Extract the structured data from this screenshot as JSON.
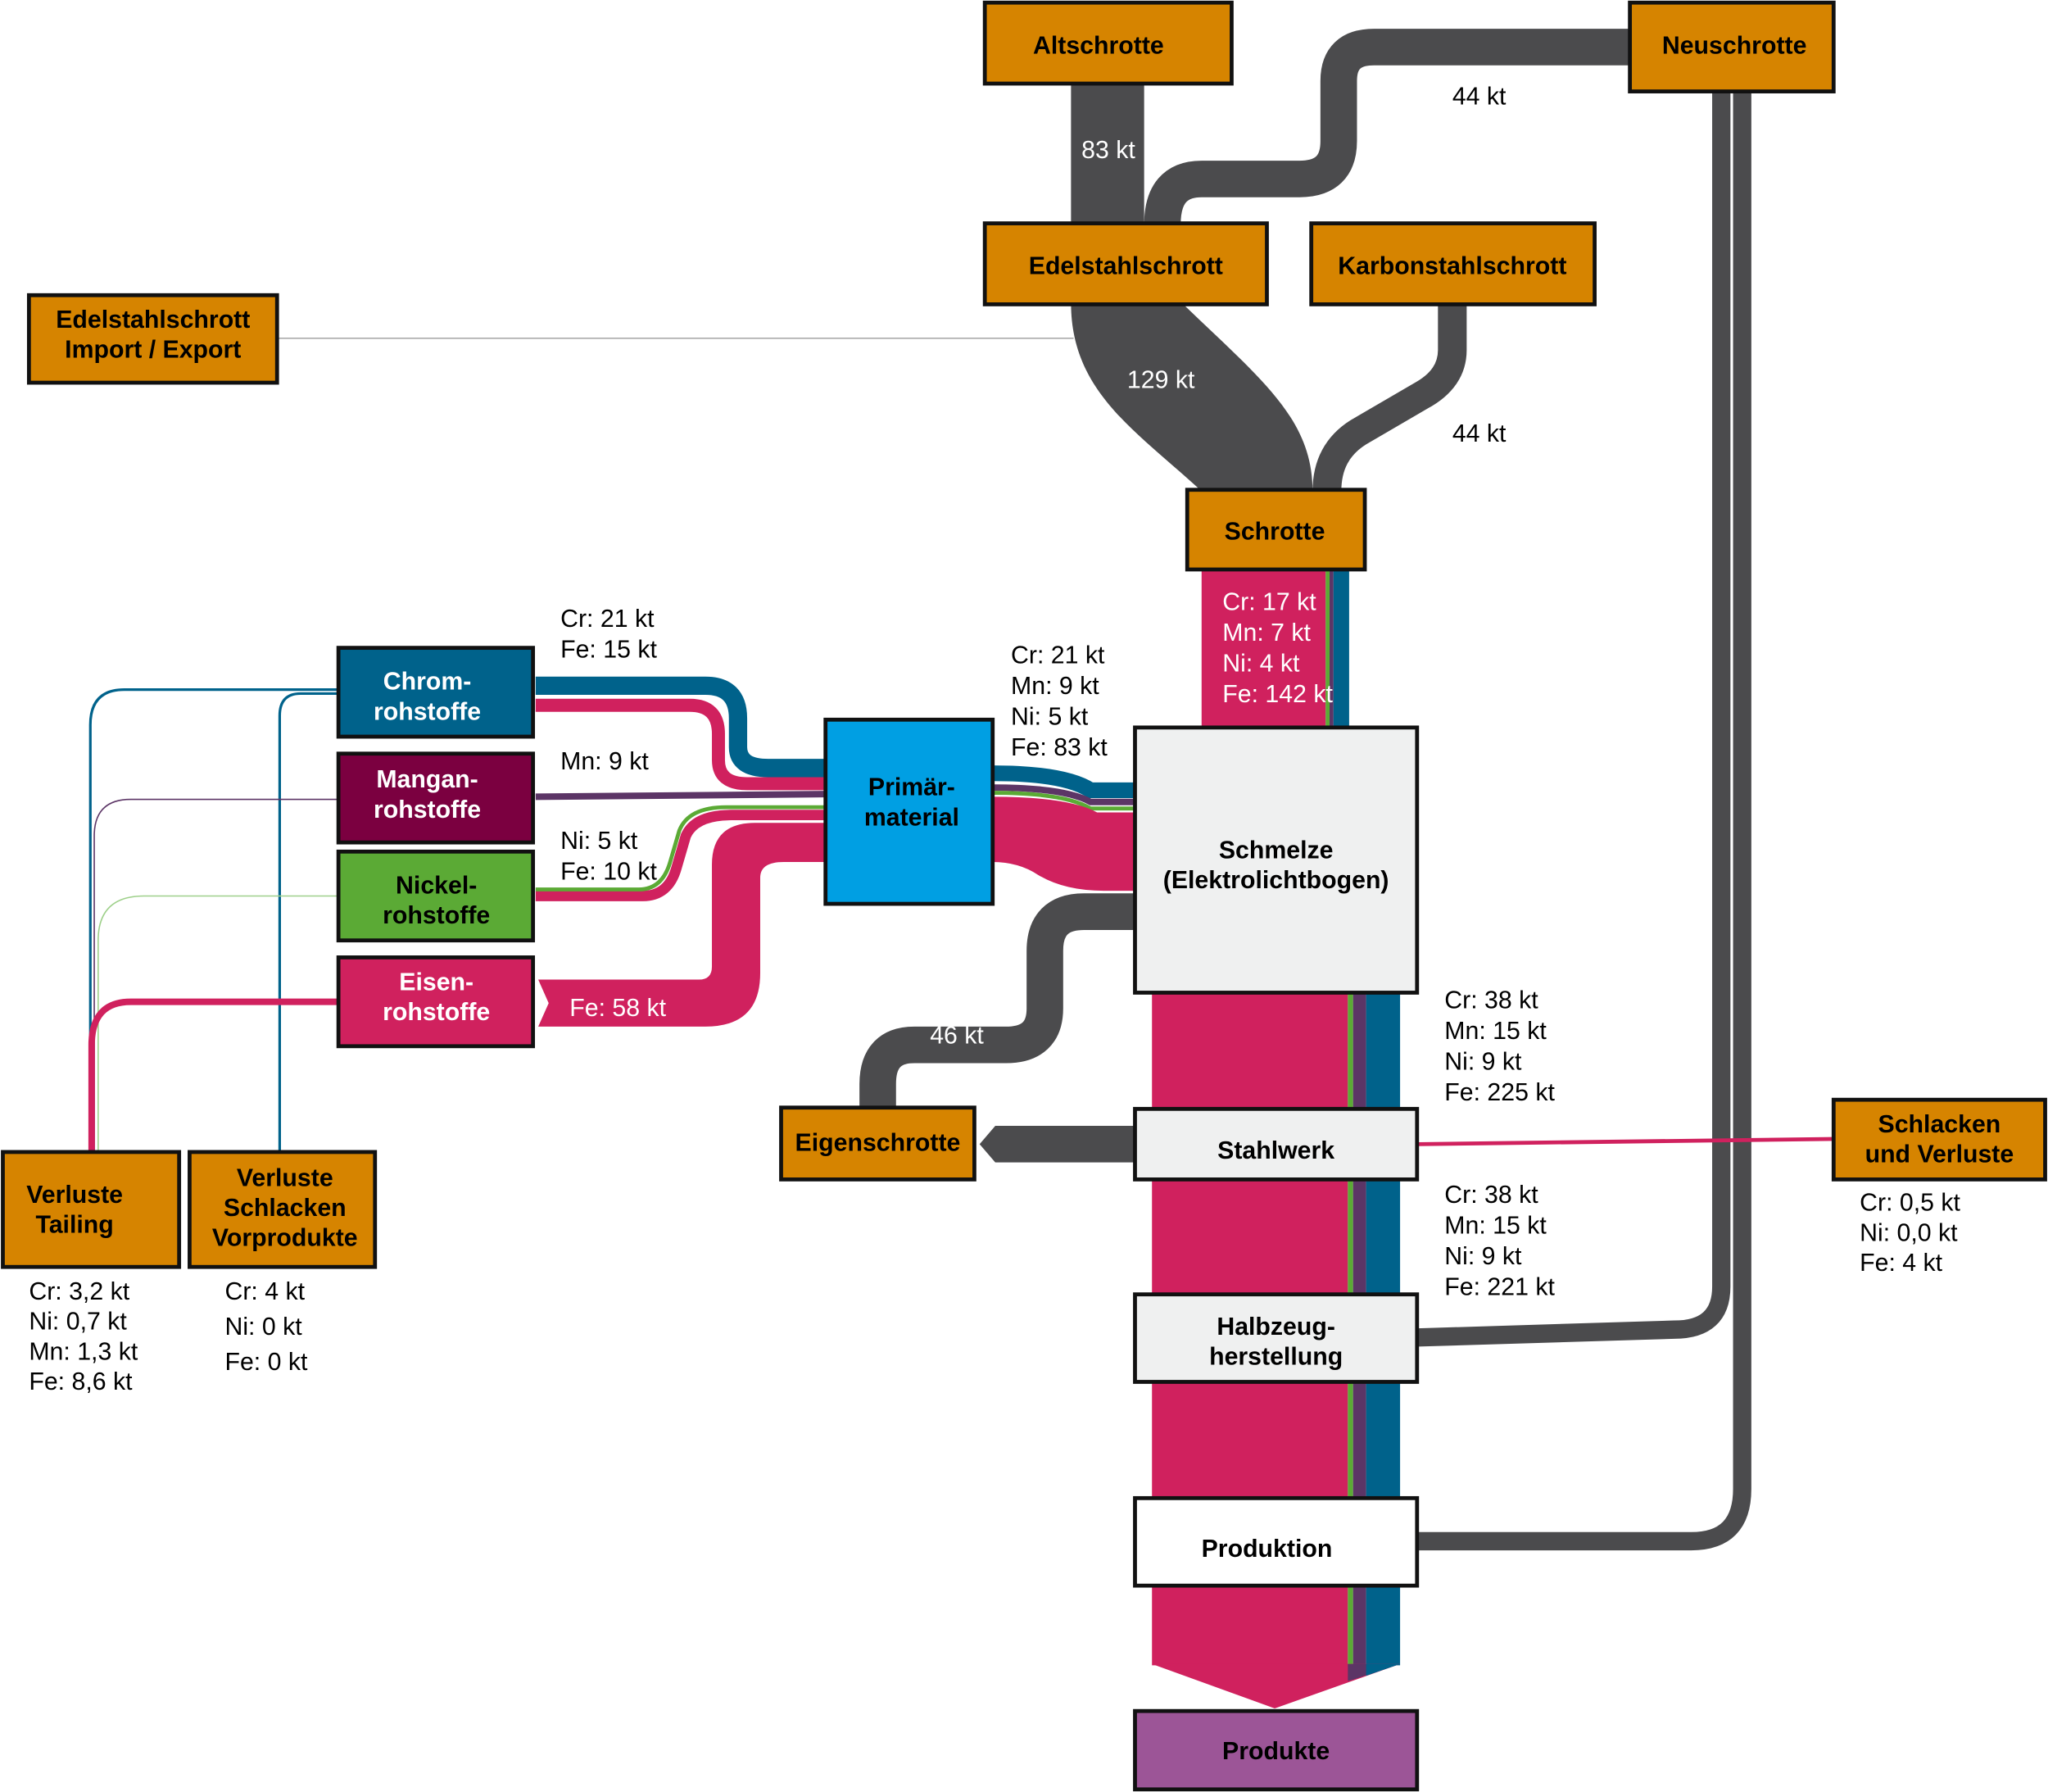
{
  "colors": {
    "node_orange": "#D68400",
    "flow_gray": "#4B4B4D",
    "fe_pink": "#D0215E",
    "cr_blue": "#00628B",
    "mn_purple": "#5C3566",
    "ni_green": "#5BAA35",
    "primary_blue": "#009FE3",
    "mangan_node": "#7B0040",
    "process_gray": "#EFF0F0",
    "products_purple": "#9C5597"
  },
  "nodes": {
    "altschrotte": "Altschrotte",
    "neuschrotte": "Neuschrotte",
    "edelstahlschrott": "Edelstahlschrott",
    "karbonstahlschrott": "Karbonstahlschrott",
    "import_export": [
      "Edelstahlschrott",
      "Import / Export"
    ],
    "schrotte": "Schrotte",
    "chrom": [
      "Chrom-",
      "rohstoffe"
    ],
    "mangan": [
      "Mangan-",
      "rohstoffe"
    ],
    "nickel": [
      "Nickel-",
      "rohstoffe"
    ],
    "eisen": [
      "Eisen-",
      "rohstoffe"
    ],
    "primaer": [
      "Primär-",
      "material"
    ],
    "schmelze": [
      "Schmelze",
      "(Elektrolichtbogen)"
    ],
    "eigenschrotte": "Eigenschrotte",
    "stahlwerk": "Stahlwerk",
    "halbzeug": [
      "Halbzeug-",
      "herstellung"
    ],
    "produktion": "Produktion",
    "produkte": "Produkte",
    "schlacken": [
      "Schlacken",
      "und Verluste"
    ],
    "tailing": [
      "Verluste",
      "Tailing"
    ],
    "vorprodukte": [
      "Verluste",
      "Schlacken",
      "Vorprodukte"
    ]
  },
  "flow_labels": {
    "altschrotte_edelstahl": "83 kt",
    "neuschrotte_edelstahl": "44 kt",
    "edelstahl_schrotte": "129 kt",
    "karbon_schrotte": "44 kt",
    "schrotte_schmelze": [
      "Cr: 17 kt",
      "Mn: 7 kt",
      "Ni: 4 kt",
      "Fe: 142 kt"
    ],
    "chrom_primaer": [
      "Cr: 21 kt",
      "Fe: 15 kt"
    ],
    "mangan_primaer": "Mn: 9 kt",
    "nickel_primaer": [
      "Ni: 5 kt",
      "Fe: 10 kt"
    ],
    "eisen_primaer": "Fe: 58 kt",
    "primaer_schmelze": [
      "Cr: 21 kt",
      "Mn: 9 kt",
      "Ni: 5 kt",
      "Fe: 83 kt"
    ],
    "schmelze_eigenschrotte": "46 kt",
    "schmelze_stahlwerk": [
      "Cr: 38 kt",
      "Mn: 15 kt",
      "Ni: 9 kt",
      "Fe: 225 kt"
    ],
    "stahlwerk_halbzeug": [
      "Cr: 38 kt",
      "Mn: 15 kt",
      "Ni: 9 kt",
      "Fe: 221 kt"
    ],
    "schlacken_verluste": [
      "Cr: 0,5 kt",
      "Ni: 0,0 kt",
      "Fe: 4 kt"
    ],
    "tailing_verluste": [
      "Cr: 3,2 kt",
      "Ni: 0,7 kt",
      "Mn: 1,3 kt",
      "Fe: 8,6 kt"
    ],
    "vorprodukte_verluste": [
      "Cr: 4 kt",
      "Ni: 0 kt",
      "Fe: 0 kt"
    ]
  }
}
